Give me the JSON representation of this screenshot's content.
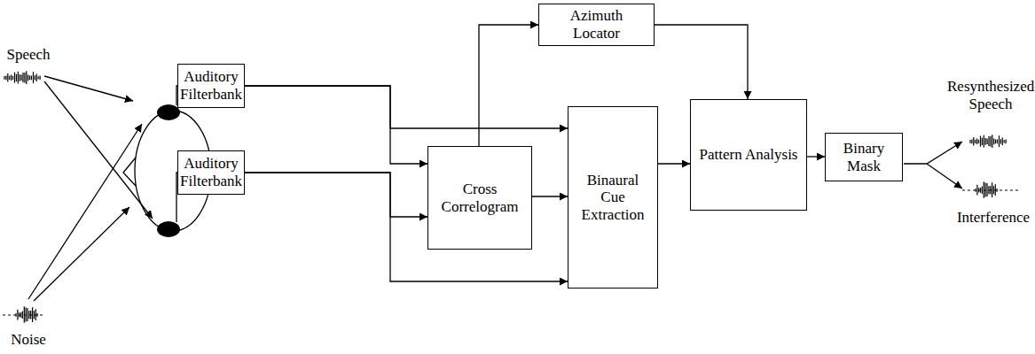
{
  "diagram": {
    "nodes": [
      {
        "text": [
          "Auditory Filterbank"
        ]
      },
      {
        "text": [
          "Auditory Filterbank"
        ]
      },
      {
        "text": [
          "Cross Correlogram"
        ]
      },
      {
        "text": [
          "Azimuth Locator"
        ]
      },
      {
        "text": [
          "Binaural Cue Extraction"
        ]
      },
      {
        "text": [
          "Pattern Analysis"
        ]
      },
      {
        "text": [
          "Binary Mask"
        ]
      }
    ],
    "edges": [
      {
        "from": 0,
        "to": 2,
        "arrow": "to"
      },
      {
        "from": 0,
        "to": 4,
        "arrow": "to"
      },
      {
        "from": 1,
        "to": 2,
        "arrow": "to"
      },
      {
        "from": 1,
        "to": 4,
        "arrow": "to"
      },
      {
        "from": 2,
        "to": 3,
        "arrow": "to"
      },
      {
        "from": 2,
        "to": 4,
        "arrow": "to"
      },
      {
        "from": 3,
        "to": 5,
        "arrow": "to"
      },
      {
        "from": 4,
        "to": 5,
        "arrow": "to"
      },
      {
        "from": 5,
        "to": 6,
        "arrow": "to"
      }
    ],
    "labels": [
      "Speech",
      "Noise",
      "Resynthesized Speech",
      "Interference"
    ]
  }
}
